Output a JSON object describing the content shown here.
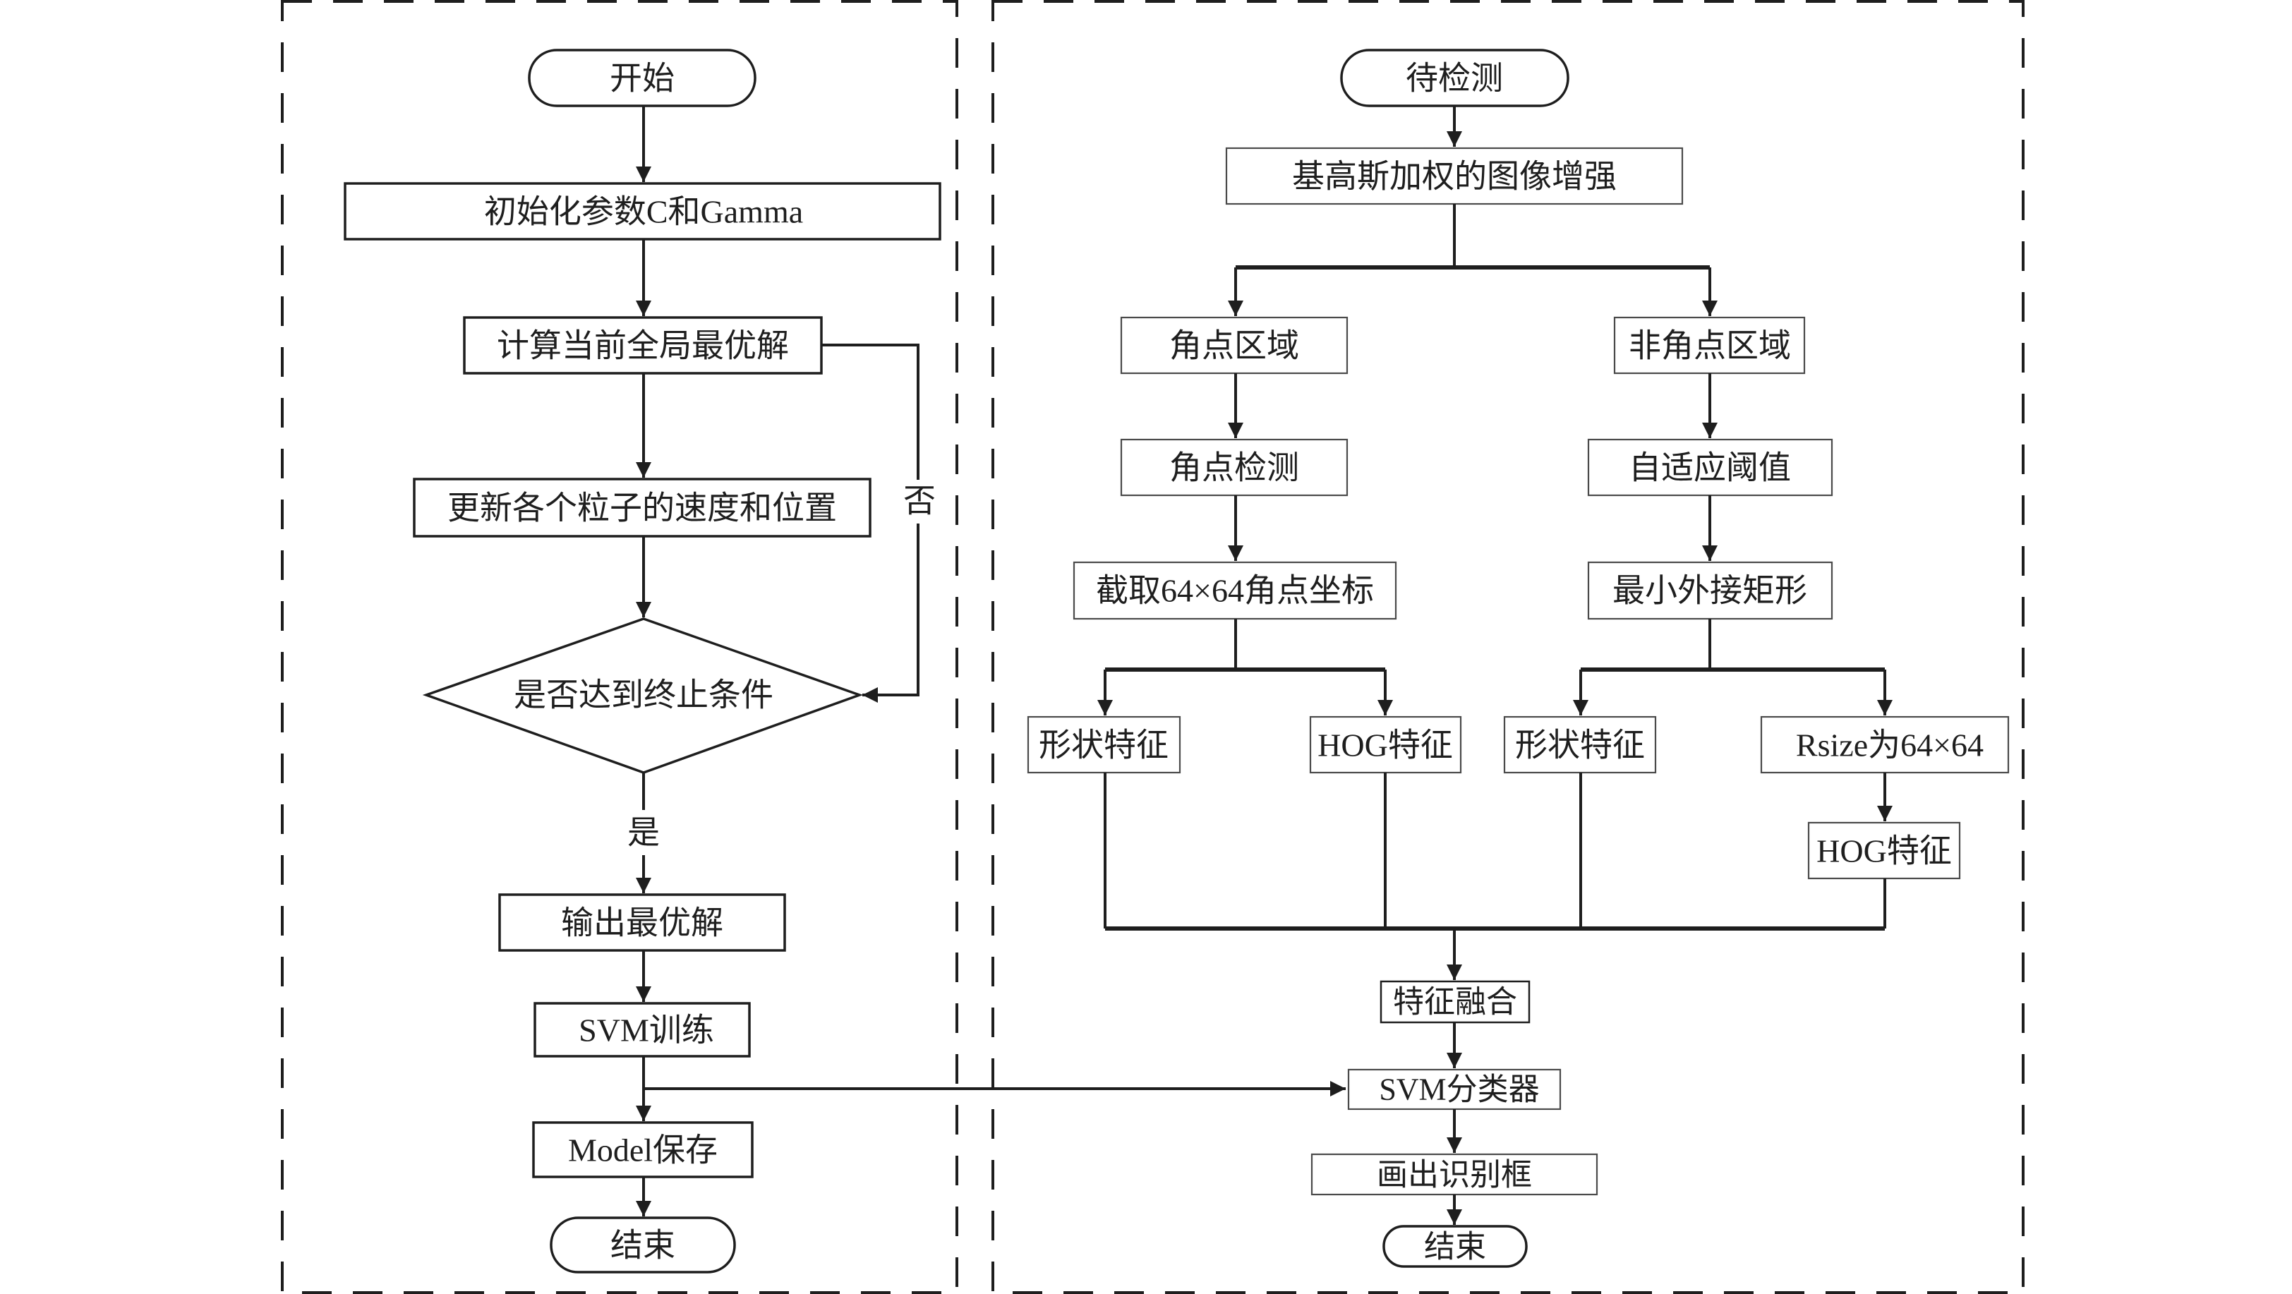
{
  "diagram": {
    "training_flow": {
      "start": "开始",
      "init_params": "初始化参数C和Gamma",
      "compute_global_best": "计算当前全局最优解",
      "update_particles": "更新各个粒子的速度和位置",
      "termination_check": "是否达到终止条件",
      "label_no": "否",
      "label_yes": "是",
      "output_best": "输出最优解",
      "svm_train": "SVM训练",
      "model_save": "Model保存",
      "end": "结束"
    },
    "detection_flow": {
      "start": "待检测",
      "enhance": "基高斯加权的图像增强",
      "corner_region": "角点区域",
      "non_corner_region": "非角点区域",
      "corner_detect": "角点检测",
      "adaptive_threshold": "自适应阈值",
      "crop_corner": "截取64×64角点坐标",
      "min_bounding_rect": "最小外接矩形",
      "shape_feature_1": "形状特征",
      "hog_feature_1": "HOG特征",
      "shape_feature_2": "形状特征",
      "resize": "Rsize为64×64",
      "hog_feature_2": "HOG特征",
      "feature_fusion": "特征融合",
      "svm_classifier": "SVM分类器",
      "draw_box": "画出识别框",
      "end": "结束"
    }
  }
}
